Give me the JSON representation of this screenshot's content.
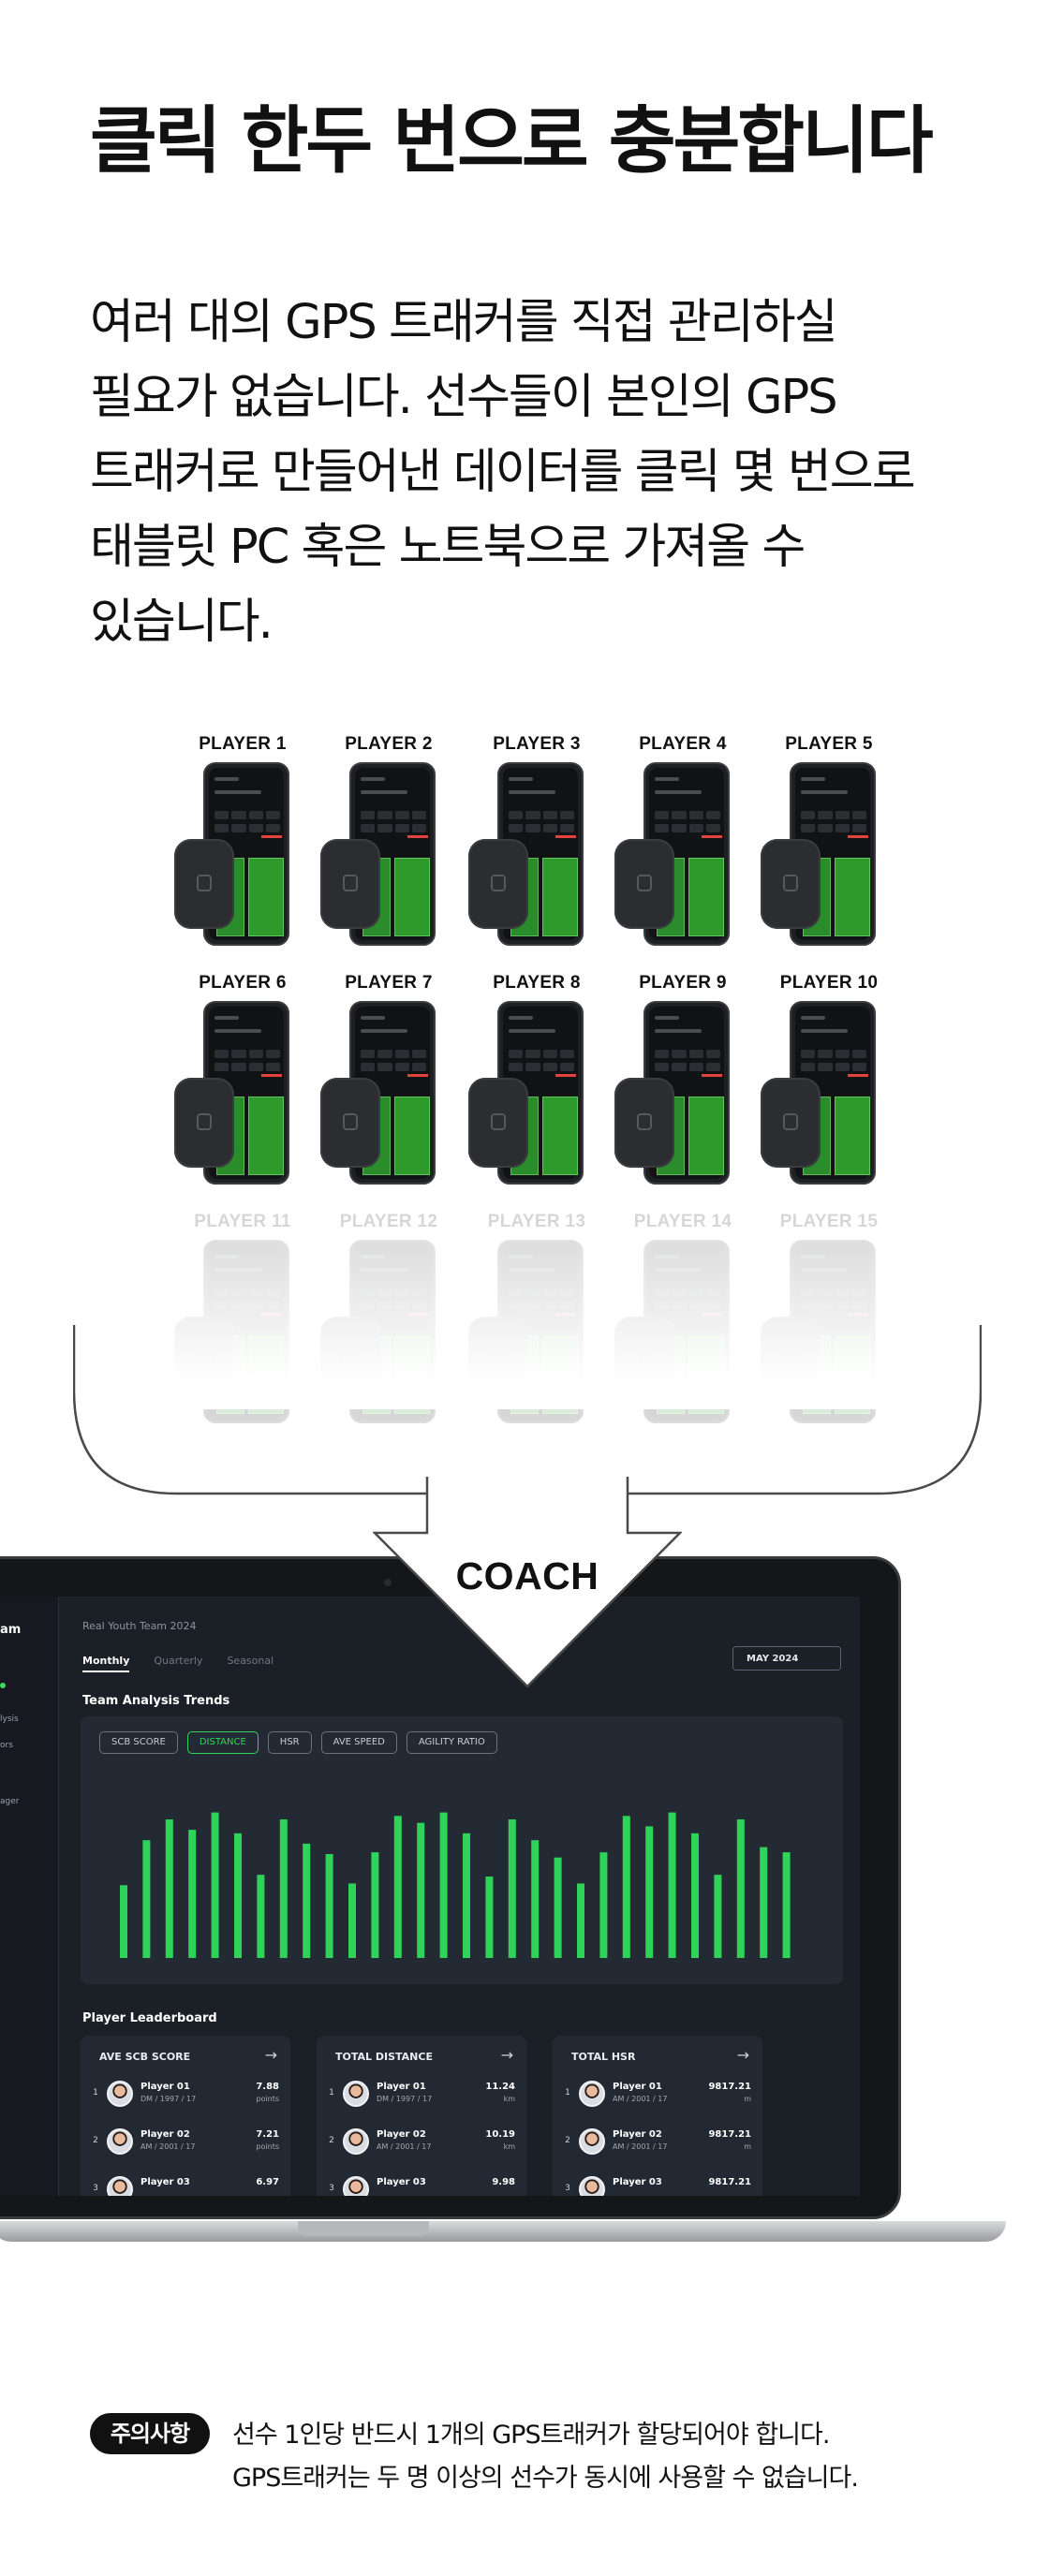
{
  "headline": "클릭 한두 번으로 충분합니다",
  "description": "여러 대의 GPS 트래커를 직접 관리하실\n필요가 없습니다. 선수들이 본인의 GPS\n트래커로 만들어낸 데이터를 클릭 몇 번으로\n태블릿 PC 혹은 노트북으로 가져올 수\n있습니다.",
  "players": [
    "PLAYER 1",
    "PLAYER 2",
    "PLAYER 3",
    "PLAYER 4",
    "PLAYER 5",
    "PLAYER 6",
    "PLAYER 7",
    "PLAYER 8",
    "PLAYER 9",
    "PLAYER 10",
    "PLAYER 11",
    "PLAYER 12",
    "PLAYER 13",
    "PLAYER 14",
    "PLAYER 15"
  ],
  "coach_label": "COACH",
  "dashboard": {
    "sidebar": {
      "title": "am",
      "items": [
        "lysis",
        "ors",
        "ager"
      ]
    },
    "team_title": "Real Youth Team 2024",
    "period_tabs": [
      {
        "label": "Monthly",
        "active": true
      },
      {
        "label": "Quarterly",
        "active": false
      },
      {
        "label": "Seasonal",
        "active": false
      }
    ],
    "month_selector": "MAY 2024",
    "trends_title": "Team Analysis Trends",
    "filters": [
      {
        "label": "SCB SCORE",
        "active": false
      },
      {
        "label": "DISTANCE",
        "active": true
      },
      {
        "label": "HSR",
        "active": false
      },
      {
        "label": "AVE SPEED",
        "active": false
      },
      {
        "label": "AGILITY RATIO",
        "active": false
      }
    ],
    "leaderboard_title": "Player Leaderboard",
    "cards": [
      {
        "title": "AVE SCB SCORE",
        "rows": [
          {
            "rank": "1",
            "name": "Player 01",
            "sub": "DM / 1997 / 17",
            "value": "7.88",
            "unit": "points"
          },
          {
            "rank": "2",
            "name": "Player 02",
            "sub": "AM / 2001 / 17",
            "value": "7.21",
            "unit": "points"
          },
          {
            "rank": "3",
            "name": "Player 03",
            "sub": "",
            "value": "6.97",
            "unit": ""
          }
        ]
      },
      {
        "title": "TOTAL DISTANCE",
        "rows": [
          {
            "rank": "1",
            "name": "Player 01",
            "sub": "DM / 1997 / 17",
            "value": "11.24",
            "unit": "km"
          },
          {
            "rank": "2",
            "name": "Player 02",
            "sub": "AM / 2001 / 17",
            "value": "10.19",
            "unit": "km"
          },
          {
            "rank": "3",
            "name": "Player 03",
            "sub": "",
            "value": "9.98",
            "unit": ""
          }
        ]
      },
      {
        "title": "TOTAL HSR",
        "rows": [
          {
            "rank": "1",
            "name": "Player 01",
            "sub": "AM / 2001 / 17",
            "value": "9817.21",
            "unit": "m"
          },
          {
            "rank": "2",
            "name": "Player 02",
            "sub": "AM / 2001 / 17",
            "value": "9817.21",
            "unit": "m"
          },
          {
            "rank": "3",
            "name": "Player 03",
            "sub": "",
            "value": "9817.21",
            "unit": ""
          }
        ]
      }
    ],
    "trend_bars": [
      0.42,
      0.68,
      0.8,
      0.74,
      0.84,
      0.72,
      0.48,
      0.8,
      0.66,
      0.6,
      0.43,
      0.61,
      0.82,
      0.78,
      0.84,
      0.72,
      0.47,
      0.8,
      0.68,
      0.58,
      0.43,
      0.61,
      0.82,
      0.76,
      0.84,
      0.72,
      0.48,
      0.8,
      0.64,
      0.61
    ],
    "accent_color": "#2fd35a"
  },
  "notice": {
    "badge": "주의사항",
    "line1": "선수 1인당 반드시 1개의 GPS트래커가 할당되어야 합니다.",
    "line2": "GPS트래커는 두 명 이상의 선수가 동시에 사용할 수 없습니다."
  }
}
